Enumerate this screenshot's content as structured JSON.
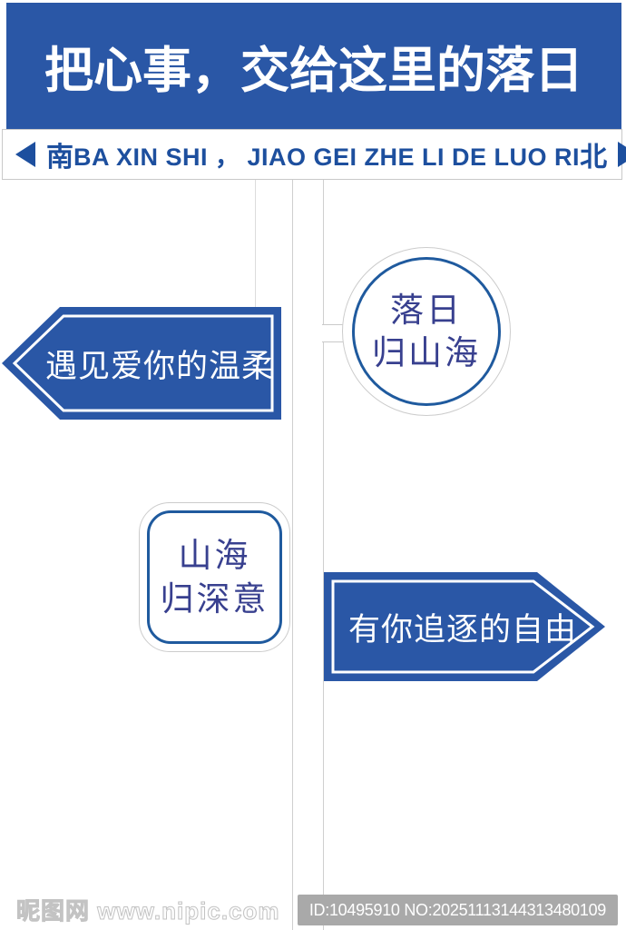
{
  "colors": {
    "sign_blue": "#2a57a6",
    "direction_text_blue": "#1d4f9e",
    "ring_blue": "#1f5a9e",
    "handwriting_blue": "#38408f",
    "border_gray": "#c9c9c9",
    "badge_gray": "#a9a9a9",
    "watermark_gray": "#c3c3c3"
  },
  "banner": {
    "title": "把心事，交给这里的落日"
  },
  "direction_bar": {
    "south_label": "南",
    "pinyin": "BA XIN SHI ，  JIAO GEI ZHE LI DE LUO RI",
    "north_label": "北"
  },
  "signs": {
    "circle": {
      "line1": "落日",
      "line2": "归山海"
    },
    "left_arrow": {
      "label": "遇见爱你的温柔"
    },
    "square": {
      "line1": "山海",
      "line2": "归深意"
    },
    "right_arrow": {
      "label": "有你追逐的自由"
    }
  },
  "footer": {
    "watermark": "昵图网 www.nipic.com",
    "id_badge": "ID:10495910 NO:20251113144313480109"
  }
}
